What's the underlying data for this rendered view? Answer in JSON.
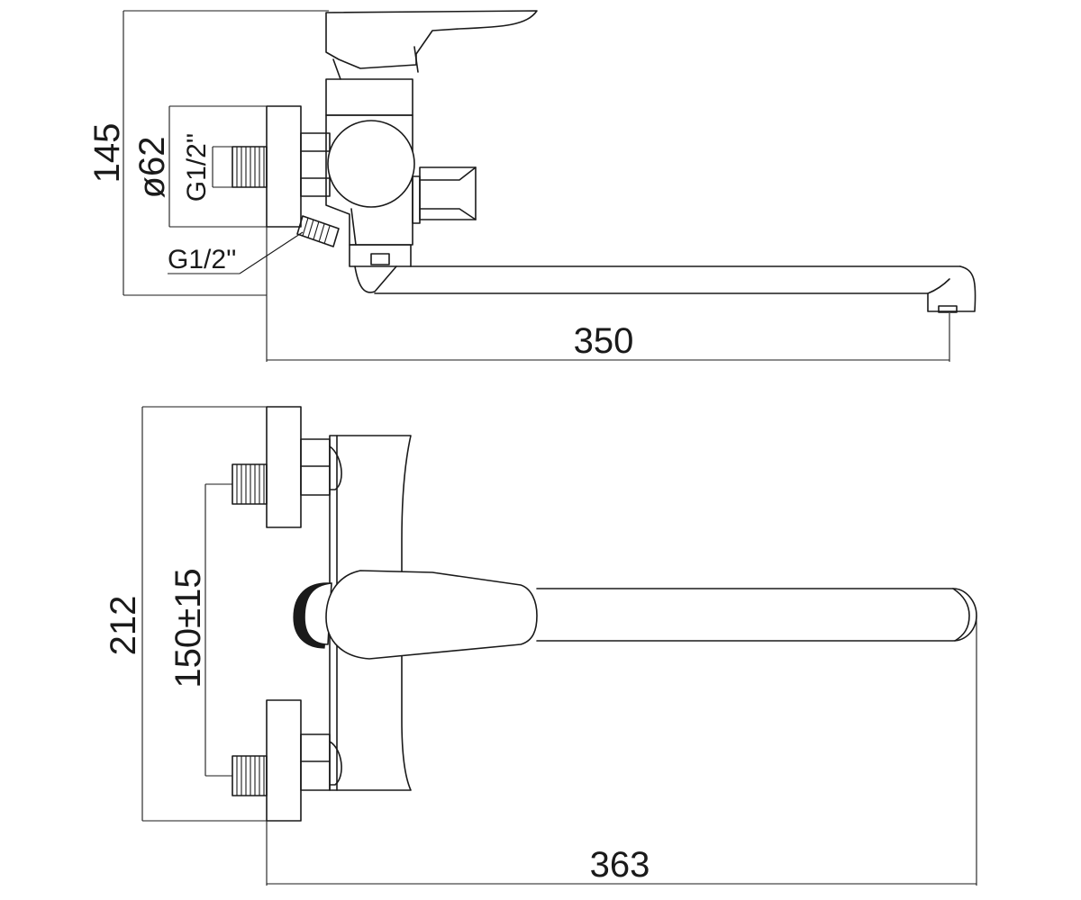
{
  "colors": {
    "line": "#1a1a1a",
    "background": "#ffffff"
  },
  "side_view": {
    "height_dim": "145",
    "diameter_dim": "ø62",
    "inlet_thread": "G1/2''",
    "outlet_thread": "G1/2''",
    "spout_reach_dim": "350"
  },
  "top_view": {
    "width_dim": "212",
    "center_distance_dim": "150±15",
    "total_length_dim": "363"
  }
}
